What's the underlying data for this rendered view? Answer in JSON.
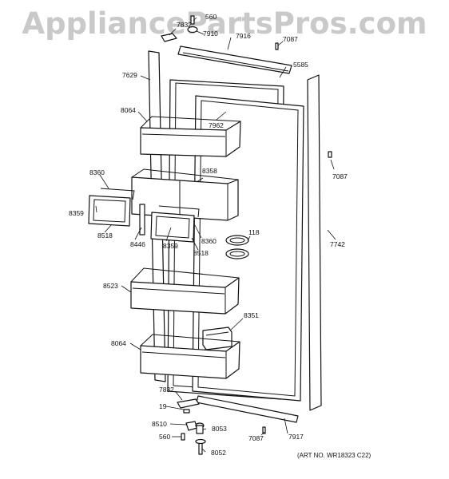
{
  "watermark": "AppliancePartsPros.com",
  "art_number": "(ART NO. WR18323 C22)",
  "callouts": {
    "c560_top": "560",
    "c7832_top": "7832",
    "c7910": "7910",
    "c7916": "7916",
    "c7087_top": "7087",
    "c5585": "5585",
    "c7629": "7629",
    "c8064_top": "8064",
    "c7962": "7962",
    "c8358": "8358",
    "c8360_left": "8360",
    "c7087_right": "7087",
    "c8359_left": "8359",
    "c8518_left": "8518",
    "c8446": "8446",
    "c8359_mid": "8359",
    "c8360_mid": "8360",
    "c8518_mid": "8518",
    "c118": "118",
    "c7742": "7742",
    "c8523": "8523",
    "c8351": "8351",
    "c8064_bot": "8064",
    "c7832_bot": "7832",
    "c19": "19",
    "c8510": "8510",
    "c8053": "8053",
    "c560_bot": "560",
    "c7087_bot": "7087",
    "c7917": "7917",
    "c8052": "8052"
  }
}
